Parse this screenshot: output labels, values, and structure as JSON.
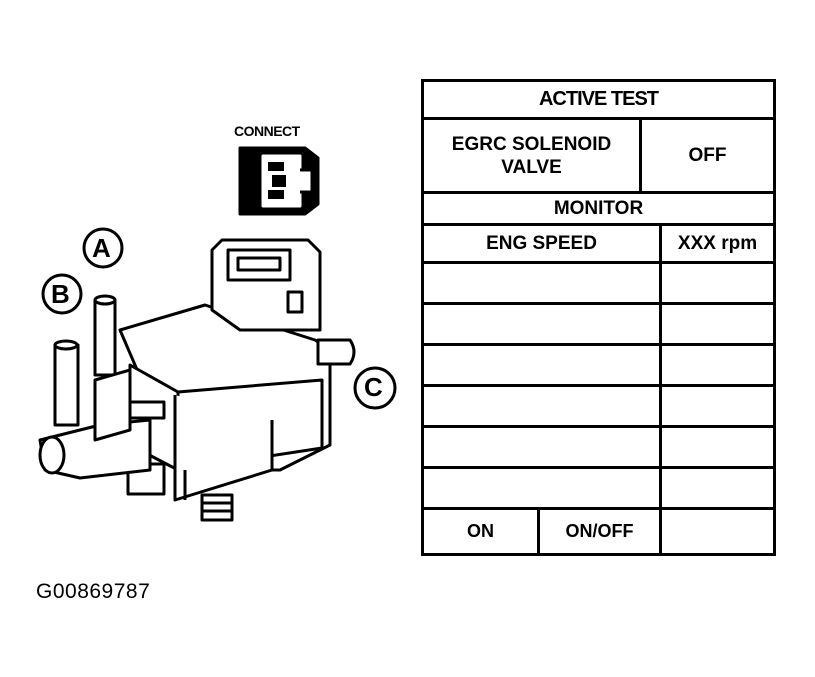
{
  "figure": {
    "connector_label": "CONNECT",
    "ports": [
      "A",
      "B",
      "C"
    ],
    "figure_id": "G00869787"
  },
  "active_test": {
    "title": "ACTIVE TEST",
    "item": "EGRC SOLENOID VALVE",
    "item_lines": [
      "EGRC SOLENOID",
      "VALVE"
    ],
    "state": "OFF",
    "monitor_heading": "MONITOR",
    "monitor_item": "ENG SPEED",
    "monitor_value": "XXX rpm",
    "empty_rows": 6,
    "buttons": [
      "ON",
      "ON/OFF"
    ]
  }
}
